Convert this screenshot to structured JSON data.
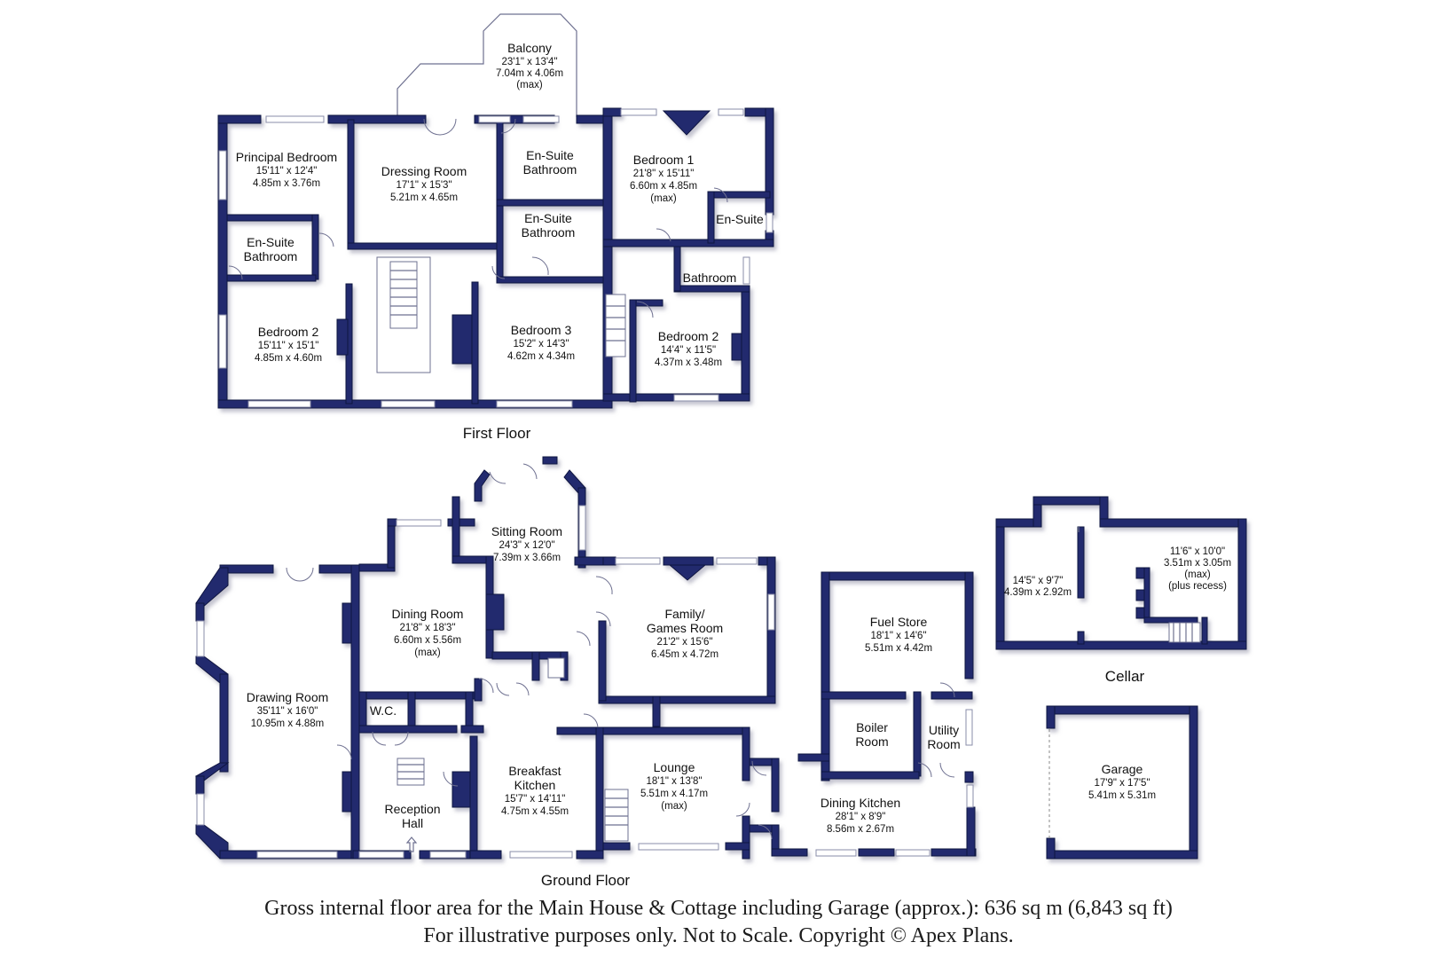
{
  "floors": {
    "first": "First Floor",
    "ground": "Ground Floor",
    "cellar": "Cellar"
  },
  "rooms": {
    "balcony": {
      "name": "Balcony",
      "imperial": "23'1\" x 13'4\"",
      "metric": "7.04m x 4.06m",
      "note": "(max)"
    },
    "principal_bedroom": {
      "name": "Principal Bedroom",
      "imperial": "15'11\" x 12'4\"",
      "metric": "4.85m x 3.76m"
    },
    "dressing_room": {
      "name": "Dressing Room",
      "imperial": "17'1\" x 15'3\"",
      "metric": "5.21m x 4.65m"
    },
    "ensuite_a": {
      "name1": "En-Suite",
      "name2": "Bathroom"
    },
    "bedroom1": {
      "name": "Bedroom 1",
      "imperial": "21'8\" x 15'11\"",
      "metric": "6.60m x 4.85m",
      "note": "(max)"
    },
    "ensuite_b": {
      "name1": "En-Suite",
      "name2": "Bathroom"
    },
    "ensuite_c": {
      "name1": "En-Suite",
      "name2": "Bathroom"
    },
    "ensuite_d": {
      "name": "En-Suite"
    },
    "bathroom": {
      "name": "Bathroom"
    },
    "bedroom2_left": {
      "name": "Bedroom 2",
      "imperial": "15'11\" x 15'1\"",
      "metric": "4.85m x 4.60m"
    },
    "bedroom3": {
      "name": "Bedroom 3",
      "imperial": "15'2\" x 14'3\"",
      "metric": "4.62m x 4.34m"
    },
    "bedroom2_right": {
      "name": "Bedroom 2",
      "imperial": "14'4\" x 11'5\"",
      "metric": "4.37m x 3.48m"
    },
    "sitting_room": {
      "name": "Sitting Room",
      "imperial": "24'3\" x 12'0\"",
      "metric": "7.39m x 3.66m"
    },
    "dining_room": {
      "name": "Dining Room",
      "imperial": "21'8\" x 18'3\"",
      "metric": "6.60m x 5.56m",
      "note": "(max)"
    },
    "family_room": {
      "name1": "Family/",
      "name2": "Games Room",
      "imperial": "21'2\" x 15'6\"",
      "metric": "6.45m x 4.72m"
    },
    "drawing_room": {
      "name": "Drawing Room",
      "imperial": "35'11\" x 16'0\"",
      "metric": "10.95m x 4.88m"
    },
    "wc": {
      "name": "W.C."
    },
    "reception_hall": {
      "name1": "Reception",
      "name2": "Hall"
    },
    "breakfast_kitchen": {
      "name1": "Breakfast",
      "name2": "Kitchen",
      "imperial": "15'7\" x 14'11\"",
      "metric": "4.75m x 4.55m"
    },
    "lounge": {
      "name": "Lounge",
      "imperial": "18'1\" x 13'8\"",
      "metric": "5.51m x 4.17m",
      "note": "(max)"
    },
    "fuel_store": {
      "name": "Fuel Store",
      "imperial": "18'1\" x 14'6\"",
      "metric": "5.51m x 4.42m"
    },
    "boiler_room": {
      "name1": "Boiler",
      "name2": "Room"
    },
    "utility_room": {
      "name1": "Utility",
      "name2": "Room"
    },
    "dining_kitchen": {
      "name": "Dining Kitchen",
      "imperial": "28'1\" x 8'9\"",
      "metric": "8.56m x 2.67m"
    },
    "cellar_left": {
      "imperial": "14'5\" x 9'7\"",
      "metric": "4.39m x 2.92m"
    },
    "cellar_right": {
      "imperial": "11'6\" x 10'0\"",
      "metric": "3.51m x 3.05m",
      "note1": "(max)",
      "note2": "(plus recess)"
    },
    "garage": {
      "name": "Garage",
      "imperial": "17'9\" x 17'5\"",
      "metric": "5.41m x 5.31m"
    }
  },
  "footer": {
    "line1": "Gross internal floor area for the Main House & Cottage including Garage (approx.): 636 sq m (6,843 sq ft)",
    "line2": "For illustrative purposes only. Not to Scale. Copyright © Apex Plans."
  },
  "colors": {
    "wall": "#232a6e",
    "shadow": "#9a9bb3"
  }
}
